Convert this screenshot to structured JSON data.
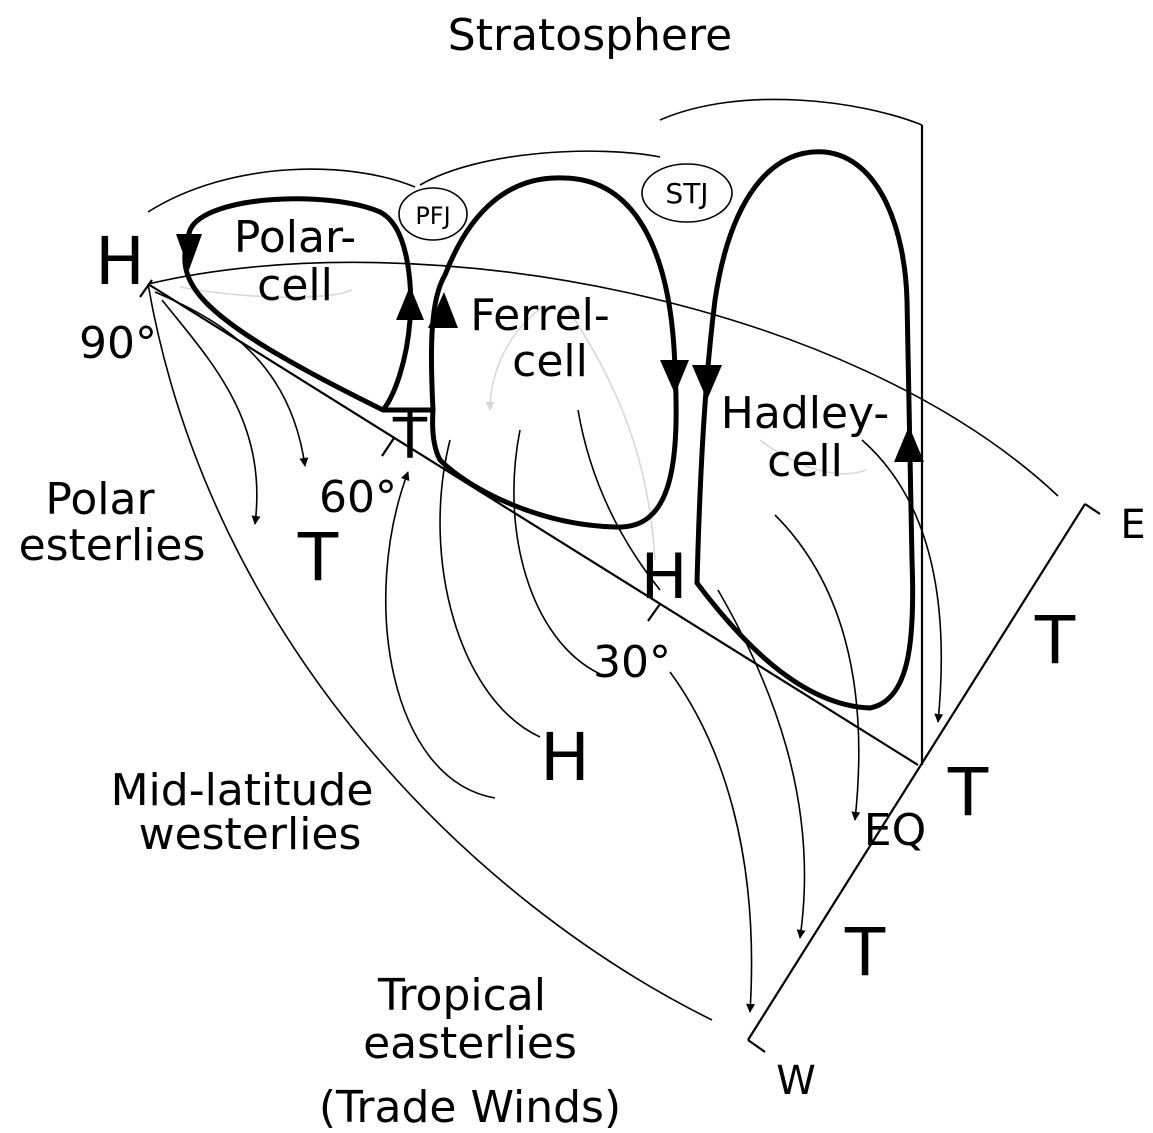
{
  "title": "Stratosphere",
  "cells": {
    "polar": [
      "Polar-",
      "cell"
    ],
    "ferrel": [
      "Ferrel-",
      "cell"
    ],
    "hadley": [
      "Hadley-",
      "cell"
    ]
  },
  "jets": {
    "polar_front": "PFJ",
    "subtropical": "STJ"
  },
  "latitudes": {
    "pole": "90°",
    "sixty": "60°",
    "thirty": "30°",
    "equator": "EQ"
  },
  "pressure": {
    "high_pole": "H",
    "low_60_top": "T",
    "low_60_bottom": "T",
    "high_30_top": "H",
    "high_30_bottom": "H",
    "low_east": "T",
    "low_eq": "T",
    "low_west": "T"
  },
  "directions": {
    "east": "E",
    "west": "W"
  },
  "winds": {
    "polar": [
      "Polar",
      "esterlies"
    ],
    "mid": [
      "Mid-latitude",
      "westerlies"
    ],
    "tropical": [
      "Tropical",
      "easterlies",
      "(Trade Winds)"
    ]
  }
}
